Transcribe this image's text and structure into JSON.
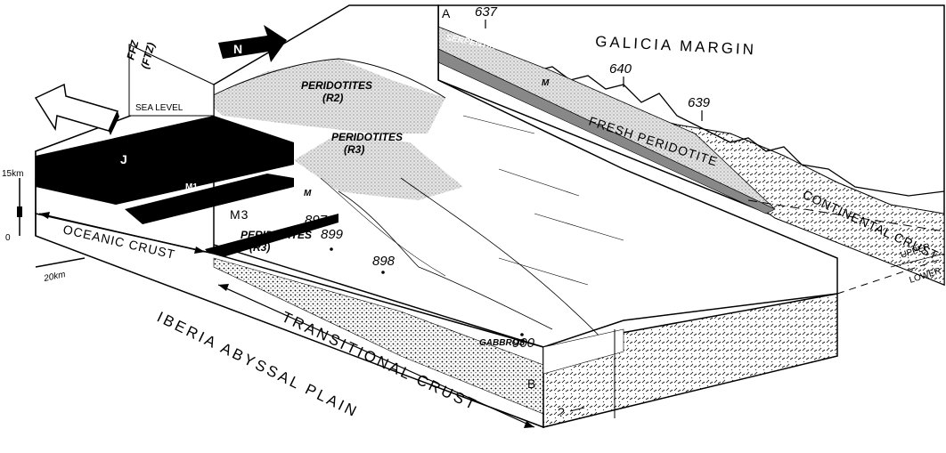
{
  "labels": {
    "point_a": "A",
    "point_b": "B",
    "site_637": "637",
    "site_640": "640",
    "site_639": "639",
    "site_897": "897",
    "site_899": "899",
    "site_898": "898",
    "site_900": "900",
    "galicia_margin": "GALICIA  MARGIN",
    "serpentinite": "SERPENTINITE",
    "fresh_peridotite": "FRESH PERIDOTITE",
    "continental_crust": "CONTINENTAL  CRUST",
    "upper": "UPPER",
    "lower": "LOWER",
    "peridotites_r2_title": "PERIDOTITES",
    "peridotites_r2_code": "(R2)",
    "peridotites_r3_title": "PERIDOTITES",
    "peridotites_r3_code": "(R3)",
    "peridotites_r3_front_title": "PERIDOTITES",
    "peridotites_r3_front_code": "(R3)",
    "gabbros": "GABBROS",
    "ffz": "FFZ",
    "ftz": "(FTZ)",
    "sea_level": "SEA  LEVEL",
    "north": "N",
    "anomaly_j": "J",
    "anomaly_m1": "M1",
    "anomaly_m3": "M3",
    "anomaly_m": "M",
    "anomaly_m_section": "M",
    "oceanic_crust": "OCEANIC  CRUST",
    "transitional_crust": "TRANSITIONAL  CRUST",
    "iberia_abyssal_plain": "IBERIA  ABYSSAL  PLAIN",
    "scale_15km": "15km",
    "scale_0": "0",
    "scale_20km": "20km",
    "question_mark": "?"
  },
  "colors": {
    "ink": "#000000",
    "paper": "#ffffff",
    "stipple_light": "#d6d6d6",
    "stipple_dark": "#9a9a9a"
  }
}
